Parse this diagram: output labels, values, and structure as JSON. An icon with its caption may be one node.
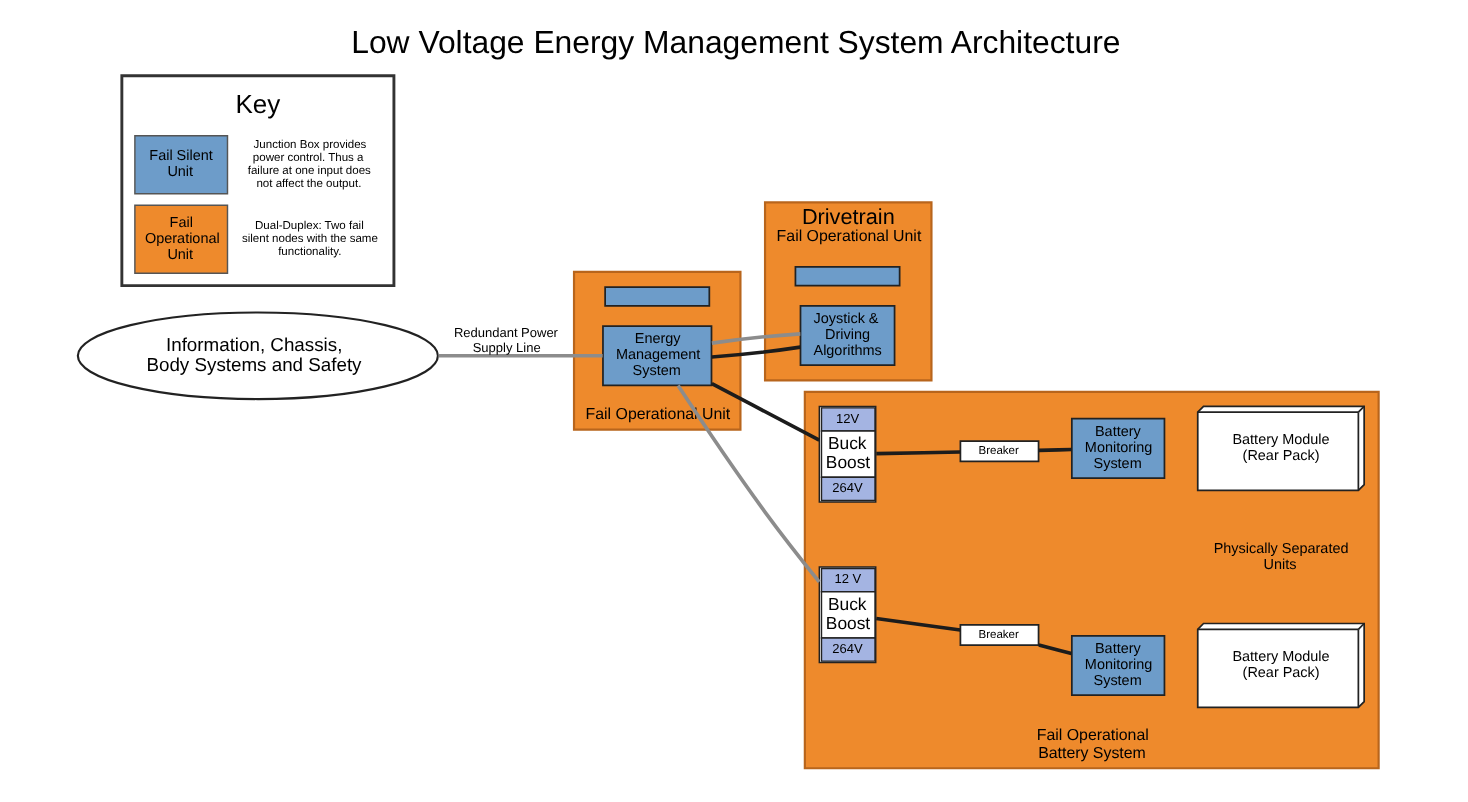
{
  "diagram": {
    "title": "Low Voltage Energy Management System Architecture",
    "nodes": [
      {
        "text": [
          "Fail Operational Unit"
        ]
      },
      {
        "text": [],
        "shape": "box",
        "in": 0
      },
      {
        "text": [
          "Energy Management System"
        ],
        "in": 0
      },
      {
        "text": [
          "Drivetrain",
          "Fail Operational Unit"
        ]
      },
      {
        "text": [],
        "shape": "box",
        "in": 3
      },
      {
        "text": [
          "Joystick & Driving Algorithms"
        ],
        "in": 3
      },
      {
        "text": [
          "Information, Chassis, Body Systems and Safety"
        ]
      },
      {
        "text": [
          "Fail Operational Battery System"
        ]
      },
      {
        "text": [
          "12V",
          "Buck Boost",
          "264V"
        ],
        "in": 7
      },
      {
        "text": [
          "Breaker"
        ],
        "in": 7
      },
      {
        "text": [
          "Battery Monitoring System"
        ],
        "in": 7
      },
      {
        "text": [
          "Battery Module (Rear Pack)"
        ],
        "in": 7
      },
      {
        "text": [
          "12 V",
          "Buck Boost",
          "264V"
        ],
        "in": 7
      },
      {
        "text": [
          "Breaker"
        ],
        "in": 7
      },
      {
        "text": [
          "Battery Monitoring System"
        ],
        "in": 7
      },
      {
        "text": [
          "Battery Module (Rear Pack)"
        ],
        "in": 7
      }
    ],
    "edges": [
      {
        "from": 8,
        "to": 9,
        "arrow": "none"
      },
      {
        "from": 9,
        "to": 10,
        "arrow": "none"
      },
      {
        "from": 12,
        "to": 13,
        "arrow": "none"
      },
      {
        "from": 13,
        "to": 14,
        "arrow": "none"
      },
      {
        "from": 2,
        "to": 8,
        "arrow": "none"
      },
      {
        "from": 2,
        "to": 5,
        "arrow": "none"
      },
      {
        "from": 6,
        "to": 2,
        "arrow": "none",
        "label": "Redundant Power Supply Line",
        "color": "#8c8c8c"
      },
      {
        "from": 2,
        "to": 12,
        "arrow": "none",
        "color": "#8c8c8c"
      },
      {
        "from": 2,
        "to": 5,
        "arrow": "none",
        "color": "#8c8c8c"
      }
    ],
    "labels": [
      "Physically Separated Units",
      "Key",
      "Junction Box provides power control. Thus a failure at one input does not affect the output.",
      "Dual-Duplex: Two fail silent nodes with the same functionality."
    ],
    "legend": [
      {
        "text": "Fail Silent Unit",
        "color": "#6d9cc9"
      },
      {
        "text": "Fail Operational Unit",
        "color": "#ee8a2c"
      }
    ]
  }
}
